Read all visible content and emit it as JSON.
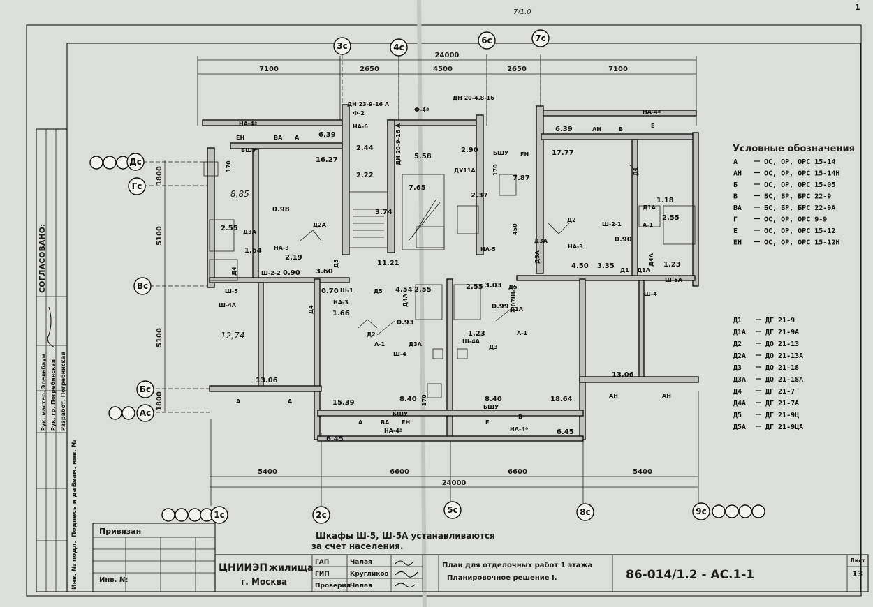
{
  "sheet": {
    "axes_top": [
      "3с",
      "4с",
      "6с",
      "7с"
    ],
    "axes_bottom": [
      "1с",
      "2с",
      "5с",
      "8с",
      "9с"
    ],
    "axes_left": [
      "Дс",
      "Гс",
      "Вс",
      "Бс",
      "Ас"
    ],
    "dims_top": {
      "overall": "24000",
      "segments": [
        "7100",
        "2650",
        "4500",
        "2650",
        "7100"
      ]
    },
    "dims_bottom": {
      "overall": "24000",
      "segments": [
        "5400",
        "6600",
        "6600",
        "5400"
      ]
    },
    "dims_left": [
      "1800",
      "5100",
      "5100",
      "1800"
    ],
    "rooms": {
      "r1": "6.39",
      "r2": "16.27",
      "r3": "2.44",
      "r4": "2.22",
      "r5": "5.58",
      "r6": "2.90",
      "r7": "7.65",
      "r8": "2.37",
      "r9": "3.74",
      "r10": "7.87",
      "r11": "6.39",
      "r12": "17.77",
      "r13": "0.98",
      "r14": "2.55",
      "r15": "1.64",
      "r16": "2.19",
      "r17": "3.60",
      "r18": "0.90",
      "r19": "11.21",
      "r20": "0.70",
      "r21": "1.66",
      "r22": "4.54",
      "r23": "2.55",
      "r24": "2.55",
      "r25": "3.03",
      "r26": "0.99",
      "r27": "0.93",
      "r28": "1.23",
      "r29": "4.50",
      "r30": "3.35",
      "r31": "1.18",
      "r32": "2.55",
      "r33": "0.90",
      "r34": "1.23",
      "r35": "13.06",
      "r36": "15.39",
      "r37": "8.40",
      "r38": "8.40",
      "r39": "18.64",
      "r40": "13.06",
      "r41": "6.45",
      "r42": "6.45"
    },
    "labels": {
      "dn1": "ДН 23-9-16 А",
      "dn2": "ДН 20-4.8-16",
      "dn3": "ДН 20-9-16 А",
      "f2": "Ф-2",
      "f4": "Ф-4ª",
      "na6": "НА-6",
      "na4a": "НА-4ª",
      "na4a2": "НА-4ª",
      "na4b": "НА-4ª",
      "na4c": "НА-4ª",
      "en1": "ЕН",
      "en2": "ЕН",
      "en3": "ЕН",
      "va1": "ВА",
      "va2": "ВА",
      "a1": "А",
      "a2": "А",
      "a3": "А",
      "a4": "А",
      "an1": "АН",
      "an2": "АН",
      "an3": "АН",
      "v1": "В",
      "v2": "В",
      "e1": "Е",
      "e2": "Е",
      "bshu1": "БШУ",
      "bshu2": "БШУ",
      "bshu3": "БШУ",
      "bshu4": "БШУ",
      "du": "ДУ11А",
      "na3a": "НА-3",
      "na3b": "НА-3",
      "na3c": "НА-3",
      "na5": "НА-5",
      "sh22": "Ш-2-2",
      "sh21": "Ш-2-1",
      "sh5": "Ш-5",
      "sh4a": "Ш-4А",
      "sh4": "Ш-4",
      "sh5a": "Ш-5А",
      "sh4b": "Ш-4",
      "sh4c": "Ш-4А",
      "sh1": "Ш-1",
      "d1a": "Д1",
      "d1b": "Д1",
      "d1c": "Д1А",
      "d1d": "Д1А",
      "d1e": "Д1А",
      "d2a": "Д2А",
      "d2b": "Д2",
      "d2c": "Д2",
      "d3a": "Д3А",
      "d3b": "Д3А",
      "d3c": "Д3",
      "d3d": "Д3А",
      "d4a": "Д4",
      "d4b": "Д4А",
      "d4c": "Д4",
      "d4d": "Д4А",
      "d5a": "Д5",
      "d5b": "Д5",
      "d5c": "Д5",
      "d5d": "Д5А",
      "a1a": "А-1",
      "a1b": "А-1",
      "a1c": "А-1",
      "ptr": "3.07Ш-3",
      "n170a": "170",
      "n170b": "170",
      "n170c": "170",
      "n450": "450",
      "pencil1": "8,85",
      "pencil2": "12,74"
    },
    "legend": {
      "title": "Условные обозначения",
      "items": [
        {
          "code": "А",
          "spec": "ОС, ОР, ОРС 15-14"
        },
        {
          "code": "АН",
          "spec": "ОС, ОР, ОРС 15-14Н"
        },
        {
          "code": "Б",
          "spec": "ОС, ОР, ОРС 15-05"
        },
        {
          "code": "В",
          "spec": "БС, БР, БРС 22-9"
        },
        {
          "code": "ВА",
          "spec": "БС, БР, БРС 22-9А"
        },
        {
          "code": "Г",
          "spec": "ОС, ОР, ОРС 9-9"
        },
        {
          "code": "Е",
          "spec": "ОС, ОР, ОРС 15-12"
        },
        {
          "code": "ЕН",
          "spec": "ОС, ОР, ОРС 15-12Н"
        }
      ]
    },
    "doors": [
      {
        "code": "Д1",
        "spec": "ДГ 21-9"
      },
      {
        "code": "Д1А",
        "spec": "ДГ 21-9А"
      },
      {
        "code": "Д2",
        "spec": "ДО 21-13"
      },
      {
        "code": "Д2А",
        "spec": "ДО 21-13А"
      },
      {
        "code": "Д3",
        "spec": "ДО 21-18"
      },
      {
        "code": "Д3А",
        "spec": "ДО 21-18А"
      },
      {
        "code": "Д4",
        "spec": "ДГ 21-7"
      },
      {
        "code": "Д4А",
        "spec": "ДГ 21-7А"
      },
      {
        "code": "Д5",
        "spec": "ДГ 21-9Ц"
      },
      {
        "code": "Д5А",
        "spec": "ДГ 21-9ЦА"
      }
    ],
    "note_line1": "Шкафы Ш-5, Ш-5А устанавливаются",
    "note_line2": "за счет населения.",
    "agreed": "СОГЛАСОВАНО:",
    "side_table": [
      "Инв. № подл.",
      "Подпись и дата",
      "Взам. инв. №",
      "Разработ. Погребинская",
      "Рук. гр. Погребинская",
      "Рук. мастер. Эпельбаум"
    ],
    "stamp": {
      "bound": "Привязан",
      "inv": "Инв. №",
      "org1": "ЦНИИЭП",
      "org2": "жилища",
      "city": "г. Москва",
      "role1": "ГАП",
      "role2": "ГИП",
      "role3": "Проверил",
      "name1": "Чалая",
      "name2": "Кругликов",
      "name3": "Чалая",
      "title1": "План для отделочных работ 1 этажа",
      "title2": "Планировочное решение I.",
      "code": "86-014/1.2 - АС.1-1",
      "sheet_label": "Лист",
      "sheet_no": "13"
    },
    "margin": {
      "top_scribble": "7/1.0",
      "corner": "1"
    }
  }
}
